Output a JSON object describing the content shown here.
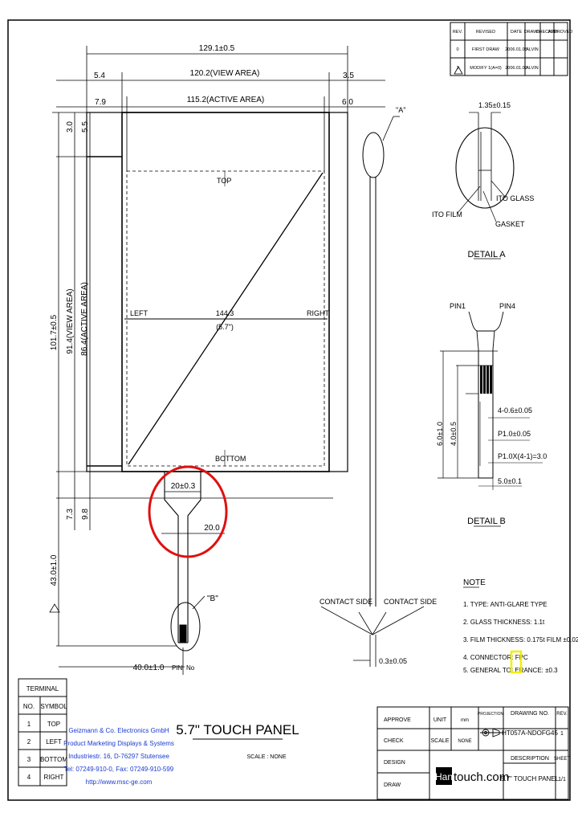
{
  "revision_table": {
    "headers": [
      "REV.",
      "REVISED",
      "DATE",
      "DRAWN",
      "CHECKED",
      "APPROVED"
    ],
    "rows": [
      [
        "0",
        "FIRST DRAW",
        "2006.01.05",
        "ALVIN",
        "",
        ""
      ],
      [
        "1",
        "MODIFY 1(A=0)",
        "2006.01.09",
        "ALVIN",
        "",
        ""
      ]
    ]
  },
  "dimensions": {
    "overall_width": "129.1±0.5",
    "view_width": "120.2(VIEW AREA)",
    "active_width": "115.2(ACTIVE AREA)",
    "left_54": "5.4",
    "left_79": "7.9",
    "right_35": "3.5",
    "right_60": "6.0",
    "top_30": "3.0",
    "top_55": "5.5",
    "overall_height": "101.7±0.5",
    "view_height": "91.4(VIEW AREA)",
    "active_height": "86.4(ACTIVE AREA)",
    "bottom_73": "7.3",
    "bottom_98": "9.8",
    "tail_length": "43.0±1.0",
    "tail_offset": "40.0±1.0",
    "tail_width": "20±0.3",
    "tail_inner": "20.0",
    "diagonal": "144.3",
    "diagonal_inch": "(5.7\")",
    "thickness": "0.3±0.05"
  },
  "panel_labels": {
    "top": "TOP",
    "left": "LEFT",
    "right": "RIGHT",
    "bottom": "BOTTOM",
    "pin": "PIN",
    "pin_no": "No",
    "callout_a": "\"A\"",
    "callout_b": "\"B\"",
    "contact_side_left": "CONTACT SIDE",
    "contact_side_right": "CONTACT SIDE"
  },
  "detail_a": {
    "title": "DETAIL A",
    "dim": "1.35±0.15",
    "ito_glass": "ITO GLASS",
    "ito_film": "ITO FILM",
    "gasket": "GASKET"
  },
  "detail_b": {
    "title": "DETAIL B",
    "pin1": "PIN1",
    "pin4": "PIN4",
    "d1": "4-0.6±0.05",
    "d2": "P1.0±0.05",
    "d3": "P1.0X(4-1)=3.0",
    "d4": "5.0±0.1",
    "h1": "6.0±1.0",
    "h2": "4.0±0.5"
  },
  "notes": {
    "title": "NOTE",
    "items": [
      "1. TYPE: ANTI-GLARE TYPE",
      "2. GLASS THICKNESS: 1.1t",
      "3. FILM THICKNESS: 0.175t FILM ±0.02",
      "4. CONNECTOR: FPC",
      "5. GENERAL TOLERANCE: ±0.3"
    ]
  },
  "terminal_table": {
    "title": "TERMINAL",
    "headers": [
      "NO.",
      "SYMBOL"
    ],
    "rows": [
      [
        "1",
        "TOP"
      ],
      [
        "2",
        "LEFT"
      ],
      [
        "3",
        "BOTTOM"
      ],
      [
        "4",
        "RIGHT"
      ]
    ]
  },
  "company": {
    "lines": [
      "Geizmann & Co. Electronics GmbH",
      "Product Marketing Displays & Systems",
      "Industriestr. 16, D-76297 Stutensee",
      "Tel: 07249-910-0, Fax: 07249-910-599",
      "http://www.msc-ge.com"
    ]
  },
  "title_block": {
    "product": "5.7\" TOUCH PANEL",
    "scale": "SCALE : NONE",
    "approve": "APPROVE",
    "check": "CHECK",
    "design": "DESIGN",
    "draw": "DRAW",
    "unit": "UNIT",
    "unit_val": "mm",
    "scale_lbl": "SCALE",
    "scale_val": "NONE",
    "projection": "PROJECTION",
    "drawing_no_lbl": "DRAWING NO.",
    "drawing_no": "HT057A-NDOFG45",
    "rev_lbl": "REV.",
    "rev_val": "1",
    "description_lbl": "DESCRIPTION",
    "description": "5.7\" TOUCH PANEL",
    "sheet_lbl": "SHEET",
    "sheet_val": "1/1",
    "brand_a": "Han",
    "brand_b": "touch.com"
  },
  "colors": {
    "line": "#000000",
    "highlight_circle": "#e01010",
    "highlight_box": "#f2ef00",
    "company_text": "#1a3bd1"
  }
}
